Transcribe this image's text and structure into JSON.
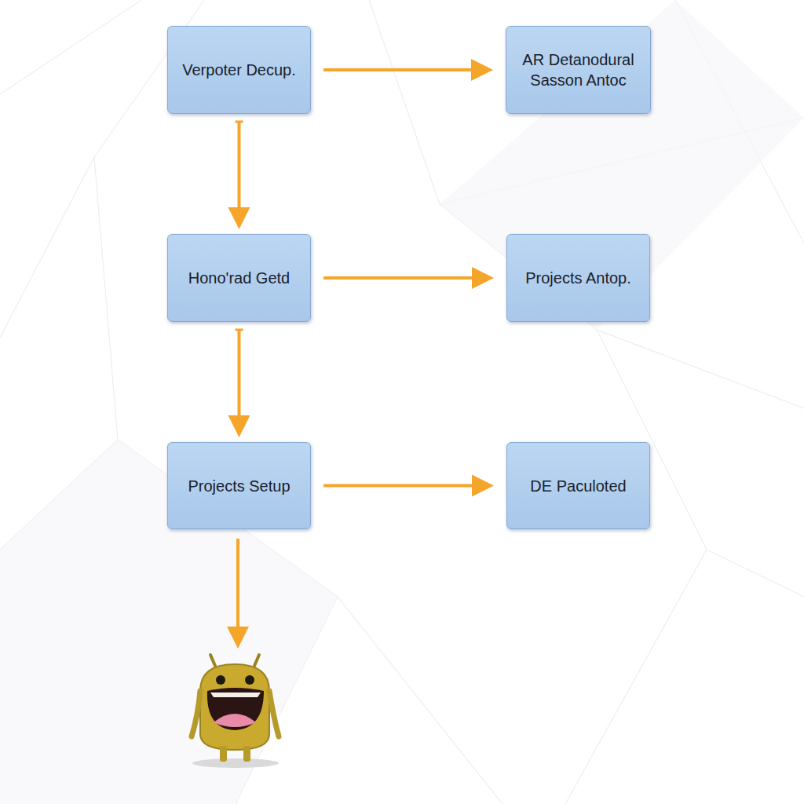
{
  "diagram": {
    "nodes": [
      {
        "text": [
          "Verpoter Decup."
        ]
      },
      {
        "text": [
          "AR Detanodural Sasson Antoc"
        ]
      },
      {
        "text": [
          "Hono'rad Getd"
        ]
      },
      {
        "text": [
          "Projects Antop."
        ]
      },
      {
        "text": [
          "Projects Setup"
        ]
      },
      {
        "text": [
          "DE Paculoted"
        ]
      }
    ],
    "edges": [
      {
        "from": 0,
        "to": 1,
        "arrow": "to"
      },
      {
        "from": 0,
        "to": 2,
        "arrow": "to"
      },
      {
        "from": 2,
        "to": 3,
        "arrow": "to"
      },
      {
        "from": 2,
        "to": 4,
        "arrow": "to"
      },
      {
        "from": 4,
        "to": 5,
        "arrow": "to"
      }
    ]
  }
}
